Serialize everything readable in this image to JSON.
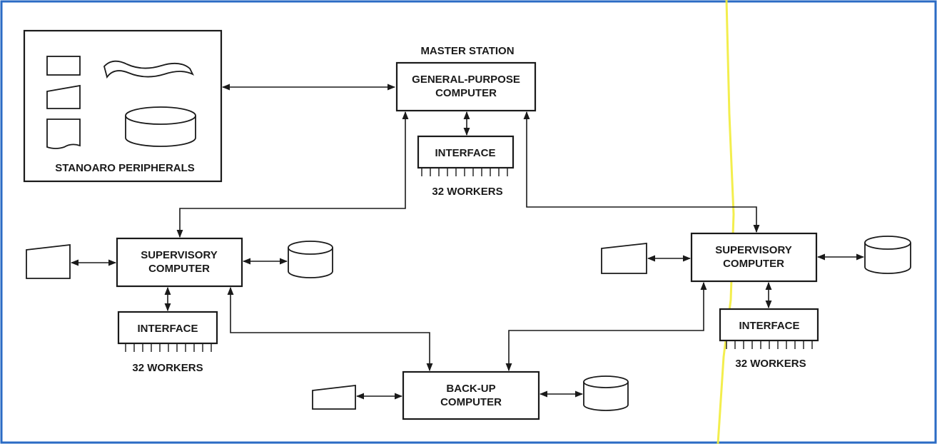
{
  "colors": {
    "frame": "#2a6bc4",
    "ink": "#1a1a1a",
    "stripe": "#f2ec3a",
    "background": "#ffffff"
  },
  "peripherals": {
    "label": "STANOARO PERIPHERALS"
  },
  "master": {
    "title": "MASTER STATION",
    "computer_line1": "GENERAL-PURPOSE",
    "computer_line2": "COMPUTER",
    "interface_label": "INTERFACE",
    "workers_label": "32 WORKERS"
  },
  "supervisory_left": {
    "line1": "SUPERVISORY",
    "line2": "COMPUTER",
    "interface_label": "INTERFACE",
    "workers_label": "32 WORKERS"
  },
  "supervisory_right": {
    "line1": "SUPERVISORY",
    "line2": "COMPUTER",
    "interface_label": "INTERFACE",
    "workers_label": "32 WORKERS"
  },
  "backup": {
    "line1": "BACK-UP",
    "line2": "COMPUTER"
  },
  "icons": {
    "terminal": "terminal-icon",
    "disk": "disk-drive-icon",
    "tape": "tape-icon",
    "card": "card-reader-icon"
  }
}
